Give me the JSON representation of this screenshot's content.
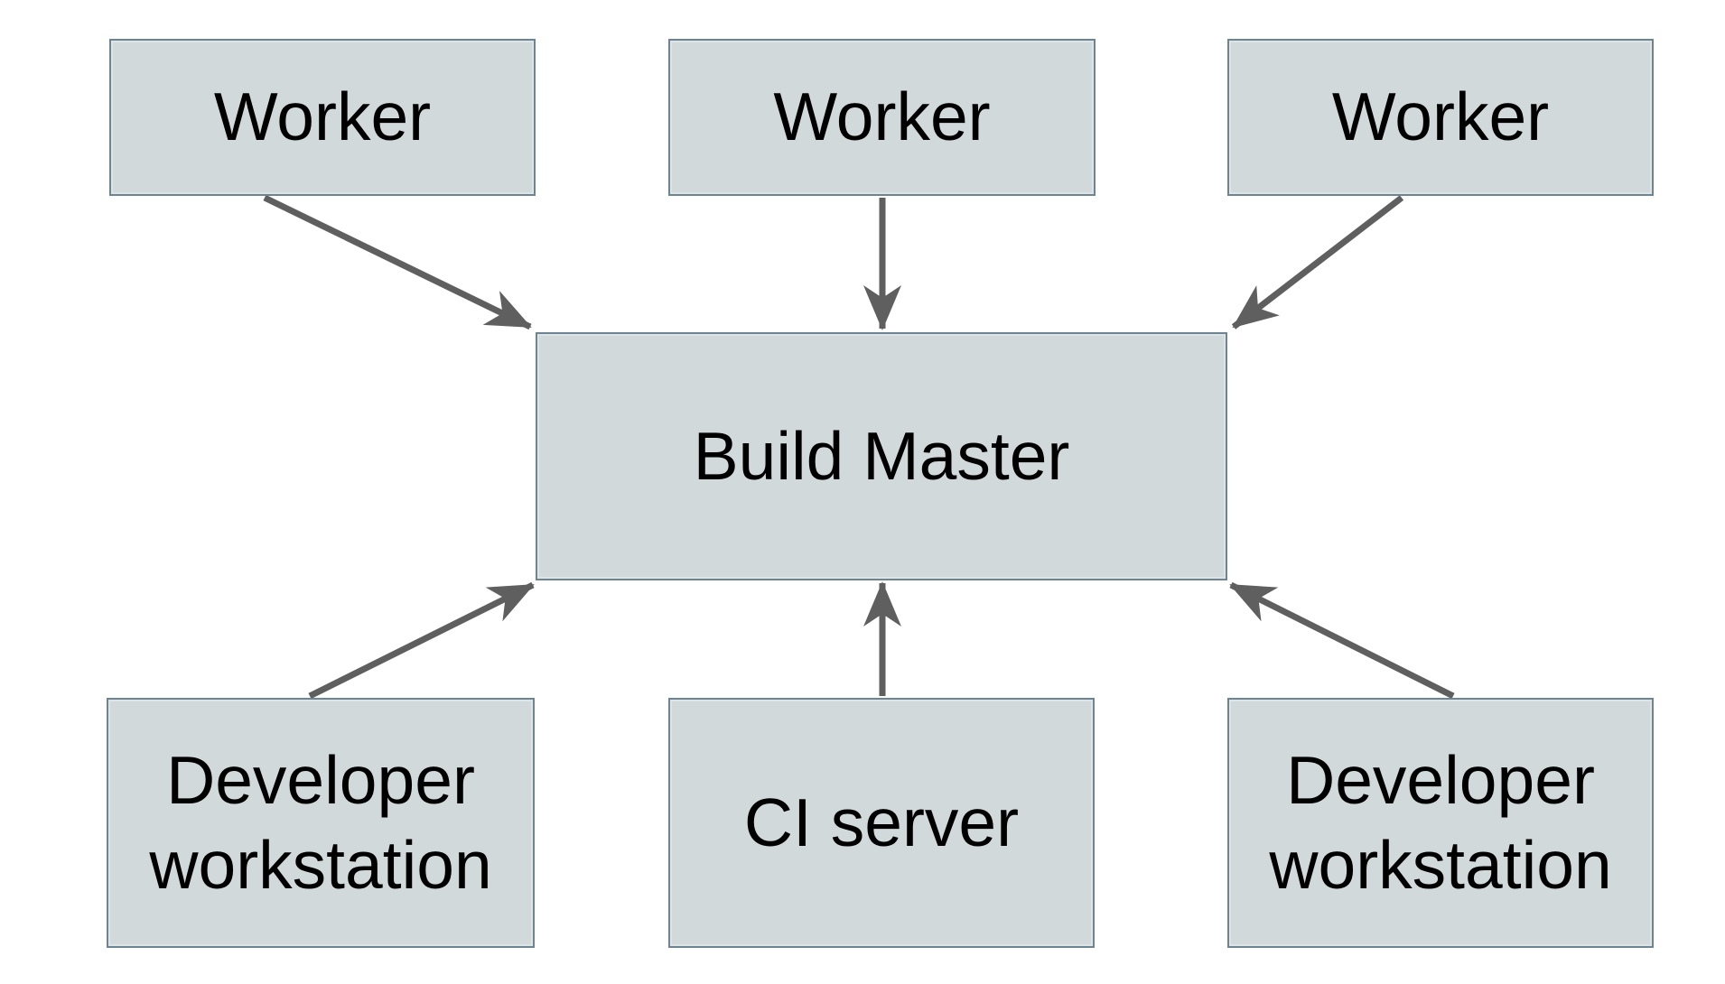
{
  "diagram": {
    "description": "Build system architecture diagram",
    "central_node": "Build Master"
  },
  "styles": {
    "canvas_bg": "#ffffff",
    "node_fill": "#d2d9db",
    "node_border": "#6d8593",
    "arrow_color": "#5f5f5f",
    "text_color": "#000000"
  },
  "nodes": [
    {
      "id": "worker-1",
      "label": "Worker"
    },
    {
      "id": "worker-2",
      "label": "Worker"
    },
    {
      "id": "worker-3",
      "label": "Worker"
    },
    {
      "id": "build-master",
      "label": "Build Master"
    },
    {
      "id": "dev-workstation-left",
      "label": "Developer\nworkstation"
    },
    {
      "id": "ci-server",
      "label": "CI server"
    },
    {
      "id": "dev-workstation-right",
      "label": "Developer\nworkstation"
    }
  ],
  "edges": [
    {
      "from": "worker-1",
      "to": "build-master"
    },
    {
      "from": "worker-2",
      "to": "build-master"
    },
    {
      "from": "worker-3",
      "to": "build-master"
    },
    {
      "from": "dev-workstation-left",
      "to": "build-master"
    },
    {
      "from": "ci-server",
      "to": "build-master"
    },
    {
      "from": "dev-workstation-right",
      "to": "build-master"
    }
  ]
}
